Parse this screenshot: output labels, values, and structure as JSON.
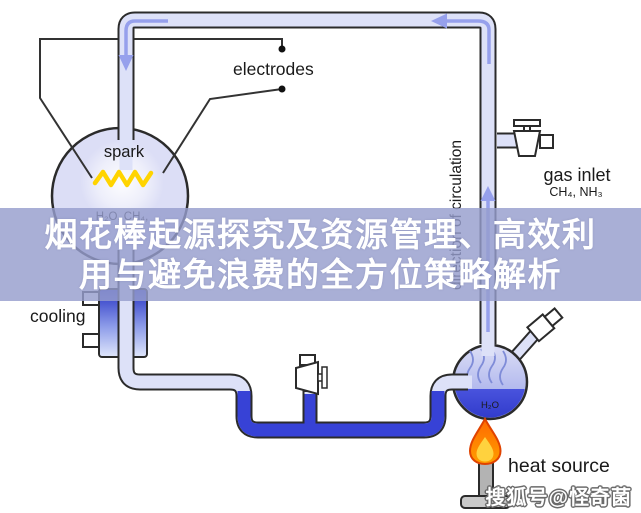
{
  "diagram": {
    "labels": {
      "electrodes": "electrodes",
      "spark": "spark",
      "spark_flask_gases": "H₂O, CH₄,",
      "cooling": "cooling",
      "direction": "direction of circulation",
      "gas_inlet": "gas inlet",
      "gas_inlet_gases": "CH₄, NH₃",
      "flask_water": "H₂O",
      "heat_source": "heat source"
    },
    "colors": {
      "pipe_fill": "#dde1f8",
      "pipe_border": "#2b2b2b",
      "liquid_blue": "#3742d6",
      "arrow_purple": "#96a0ec",
      "spark_yellow": "#ffd400",
      "flask_fill": "#dcdef6",
      "condenser_top": "#2733c4",
      "condenser_bottom": "#dfe6fb",
      "flame_outer": "#ff8a00",
      "flame_edge": "#e04300",
      "flame_inner": "#ffd23e",
      "burner_gray": "#b3b3b3"
    }
  },
  "overlay": {
    "title_line1": "烟花棒起源探究及资源管理、高效利",
    "title_line2": "用与避免浪费的全方位策略解析",
    "band_color": "#969dcd"
  },
  "watermark": {
    "text": "搜狐号@怪奇菌"
  }
}
